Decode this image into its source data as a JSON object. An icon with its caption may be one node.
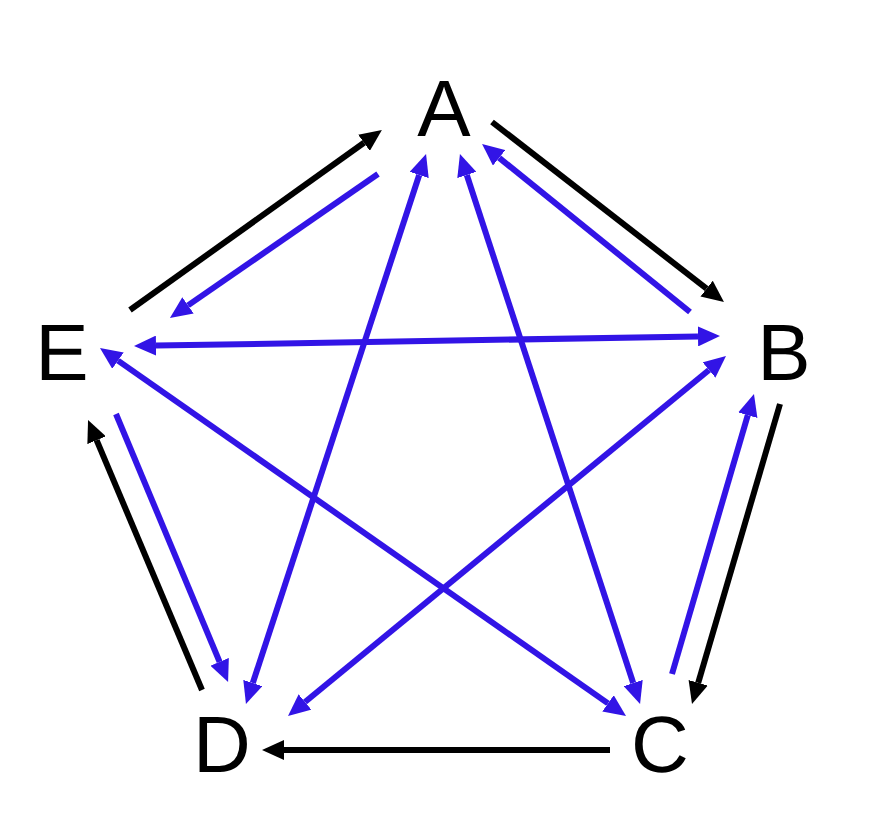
{
  "diagram": {
    "nodes": [
      {
        "text": [
          "A"
        ]
      },
      {
        "text": [
          "B"
        ]
      },
      {
        "text": [
          "C"
        ]
      },
      {
        "text": [
          "D"
        ]
      },
      {
        "text": [
          "E"
        ]
      }
    ],
    "edges": [
      {
        "from": 4,
        "to": 0,
        "arrow": "to",
        "color": "#000000"
      },
      {
        "from": 0,
        "to": 1,
        "arrow": "to",
        "color": "#000000"
      },
      {
        "from": 1,
        "to": 2,
        "arrow": "to",
        "color": "#000000"
      },
      {
        "from": 2,
        "to": 3,
        "arrow": "to",
        "color": "#000000"
      },
      {
        "from": 3,
        "to": 4,
        "arrow": "to",
        "color": "#000000"
      },
      {
        "from": 0,
        "to": 4,
        "arrow": "to"
      },
      {
        "from": 1,
        "to": 0,
        "arrow": "to"
      },
      {
        "from": 4,
        "to": 1,
        "arrow": "both"
      },
      {
        "from": 0,
        "to": 3,
        "arrow": "both"
      },
      {
        "from": 0,
        "to": 2,
        "arrow": "both"
      },
      {
        "from": 4,
        "to": 2,
        "arrow": "both"
      },
      {
        "from": 1,
        "to": 3,
        "arrow": "both"
      },
      {
        "from": 4,
        "to": 3,
        "arrow": "to"
      },
      {
        "from": 2,
        "to": 1,
        "arrow": "to"
      }
    ]
  }
}
